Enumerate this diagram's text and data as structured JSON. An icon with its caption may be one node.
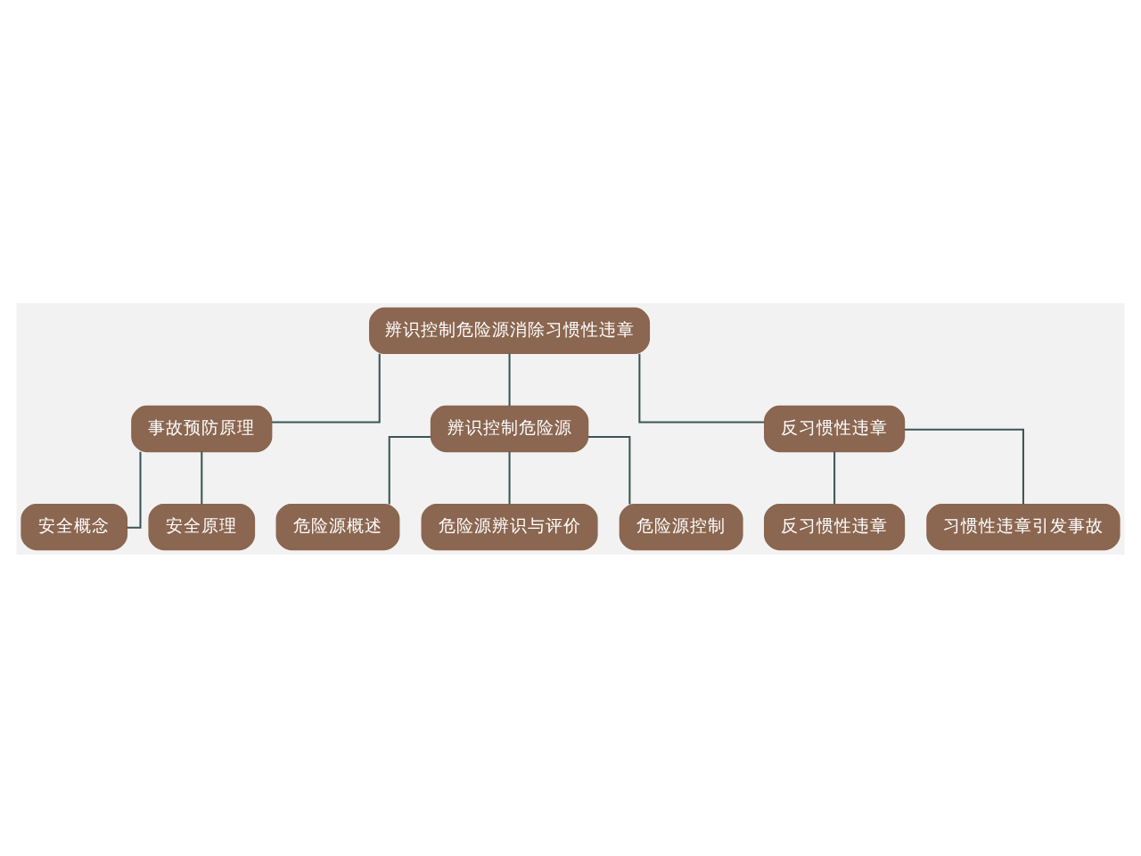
{
  "diagram": {
    "nodes": [
      {
        "text": [
          "辨识控制危险源消除习惯性违章"
        ]
      },
      {
        "text": [
          "事故预防原理"
        ]
      },
      {
        "text": [
          "辨识控制危险源"
        ]
      },
      {
        "text": [
          "反习惯性违章"
        ]
      },
      {
        "text": [
          "安全概念"
        ]
      },
      {
        "text": [
          "安全原理"
        ]
      },
      {
        "text": [
          "危险源概述"
        ]
      },
      {
        "text": [
          "危险源辨识与评价"
        ]
      },
      {
        "text": [
          "危险源控制"
        ]
      },
      {
        "text": [
          "反习惯性违章"
        ]
      },
      {
        "text": [
          "习惯性违章引发事故"
        ]
      }
    ],
    "edges": [
      {
        "from": 0,
        "to": 1,
        "arrow": "none"
      },
      {
        "from": 0,
        "to": 2,
        "arrow": "none"
      },
      {
        "from": 0,
        "to": 3,
        "arrow": "none"
      },
      {
        "from": 1,
        "to": 4,
        "arrow": "none"
      },
      {
        "from": 1,
        "to": 5,
        "arrow": "none"
      },
      {
        "from": 2,
        "to": 6,
        "arrow": "none"
      },
      {
        "from": 2,
        "to": 7,
        "arrow": "none"
      },
      {
        "from": 2,
        "to": 8,
        "arrow": "none"
      },
      {
        "from": 3,
        "to": 9,
        "arrow": "none"
      },
      {
        "from": 3,
        "to": 10,
        "arrow": "none"
      }
    ]
  }
}
